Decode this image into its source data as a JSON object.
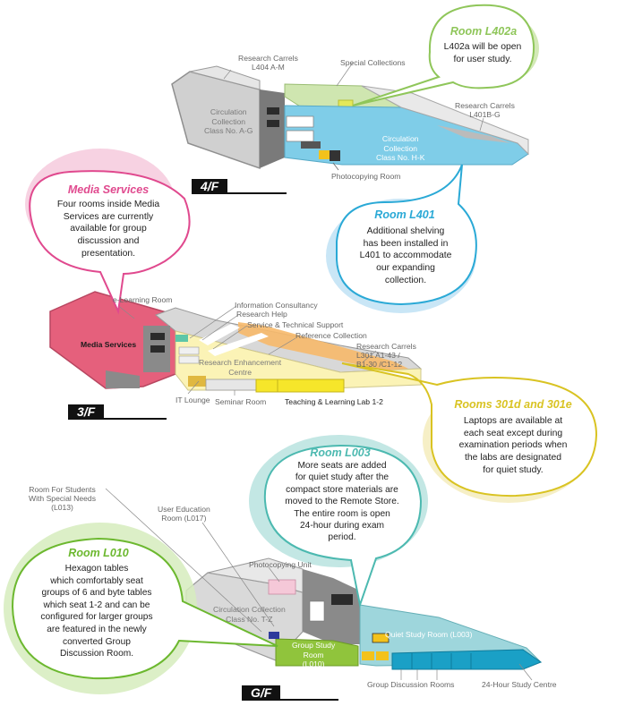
{
  "floors": {
    "f4": "4/F",
    "f3": "3/F",
    "gf": "G/F"
  },
  "floor4": {
    "research_carrels_l404": "Research Carrels\nL404 A-M",
    "special_collections": "Special Collections",
    "research_carrels_l401": "Research Carrels\nL401B-G",
    "circulation_a_g": "Circulation\nCollection\nClass No. A-G",
    "circulation_h_k": "Circulation\nCollection\nClass No. H-K",
    "photocopying_room": "Photocopying Room"
  },
  "floor3": {
    "e_learning_room": "e-Learning Room",
    "information_consultancy": "Information Consultancy",
    "research_help": "Research Help",
    "service_technical_support": "Service & Technical Support",
    "reference_collection": "Reference Collection",
    "research_carrels_l301": "Research Carrels\nL301 A1-43 /\nB1-30 /C1-12",
    "media_services": "Media Services",
    "research_enhancement_centre": "Research Enhancement\nCentre",
    "it_lounge": "IT Lounge",
    "seminar_room": "Seminar Room",
    "teaching_learning_lab": "Teaching & Learning Lab 1-2"
  },
  "floorG": {
    "special_needs_room": "Room For Students\nWith Special Needs\n(L013)",
    "user_education_room": "User Education\nRoom (L017)",
    "photocopying_unit": "Photocopying Unit",
    "circulation_t_z": "Circulation Collection\nClass No. T-Z",
    "quiet_study_room": "Quiet Study Room (L003)",
    "group_study_room": "Group Study\nRoom\n(L010)",
    "group_discussion_rooms": "Group Discussion Rooms",
    "study_centre_24h": "24-Hour Study Centre"
  },
  "callouts": {
    "l402a": {
      "title": "Room L402a",
      "body": "L402a will be open\nfor user study.",
      "color": "#8fc65a"
    },
    "media": {
      "title": "Media Services",
      "body": "Four rooms inside Media\nServices are currently\navailable for group\ndiscussion and\npresentation.",
      "color": "#e0498e"
    },
    "l401": {
      "title": "Room L401",
      "body": "Additional shelving\nhas been installed in\nL401 to accommodate\nour expanding\ncollection.",
      "color": "#2aa9d6"
    },
    "r301": {
      "title": "Rooms 301d and 301e",
      "body": "Laptops are available at\neach seat except during\nexamination periods when\nthe labs are designated\nfor quiet study.",
      "color": "#d9c322"
    },
    "l003": {
      "title": "Room L003",
      "body": "More seats are added\nfor quiet study after the\ncompact store materials are\nmoved to the Remote Store.\nThe entire room is open\n24-hour during exam\nperiod.",
      "color": "#4cb9b0"
    },
    "l010": {
      "title": "Room L010",
      "body": "Hexagon tables\nwhich comfortably seat\ngroups of 6 and byte tables\nwhich seat 1-2 and can be\nconfigured for larger groups\nare featured in the newly\nconverted Group\nDiscussion Room.",
      "color": "#6cb82f"
    }
  }
}
